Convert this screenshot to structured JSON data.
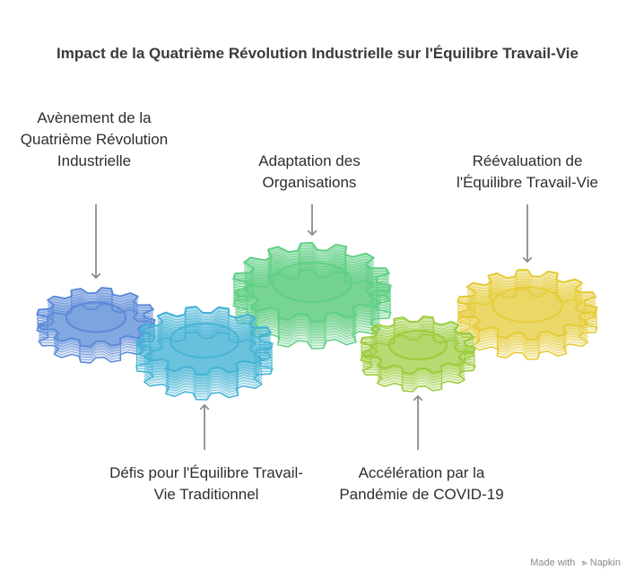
{
  "title": "Impact de la Quatrième Révolution Industrielle sur l'Équilibre Travail-Vie",
  "labels": {
    "avenement": "Avènement de la Quatrième Révolution Industrielle",
    "adaptation": "Adaptation des Organisations",
    "reevaluation": "Réévaluation de l'Équilibre Travail-Vie",
    "defis": "Défis pour l'Équilibre Travail-Vie Traditionnel",
    "acceleration": "Accélération par la Pandémie de COVID-19"
  },
  "footer": {
    "made_with": "Made with",
    "brand": "Napkin"
  },
  "colors": {
    "blue": "#5b8ad9",
    "cyan": "#46b4d6",
    "green": "#5fcf84",
    "lime": "#9ccc3c",
    "yellow": "#e6cc3a",
    "arrow": "#8c8c8c"
  },
  "icons": [
    "gear-icon",
    "arrow-down-icon",
    "arrow-up-icon",
    "napkin-logo-icon"
  ]
}
